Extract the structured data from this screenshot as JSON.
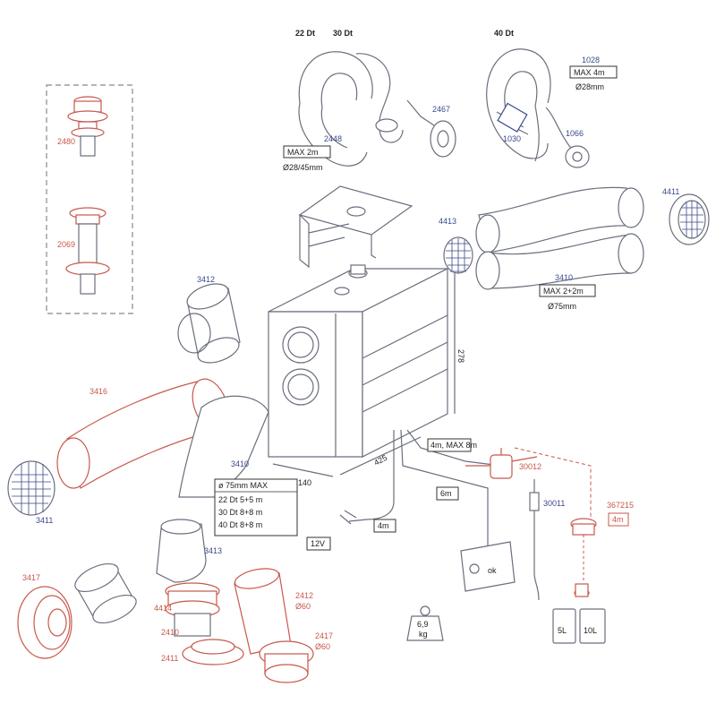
{
  "labels": {
    "dt22": "22 Dt",
    "dt30": "30 Dt",
    "dt40": "40 Dt",
    "p2448": "2448",
    "max2m": "MAX 2m",
    "d2845": "Ø28/45mm",
    "p2467": "2467",
    "p1028": "1028",
    "max4m": "MAX 4m",
    "d28": "Ø28mm",
    "p1030": "1030",
    "p1066": "1066",
    "p4411": "4411",
    "p4413": "4413",
    "p3410a": "3410",
    "max22m": "MAX 2+2m",
    "d75": "Ø75mm",
    "p2480": "2480",
    "p2069": "2069",
    "p3412": "3412",
    "p3416": "3416",
    "p3410b": "3410",
    "p3411": "3411",
    "dim278": "278",
    "dim140": "140",
    "dim425": "425",
    "len4m8m": "4m, MAX 8m",
    "p30012": "30012",
    "len6m": "6m",
    "p30011": "30011",
    "p367215": "367215",
    "len4m_red": "4m",
    "v12": "12V",
    "len4m": "4m",
    "table_head": "ø 75mm MAX",
    "row1": "22 Dt    5+5 m",
    "row2": "30 Dt    8+8 m",
    "row3": "40 Dt    8+8 m",
    "p3413": "3413",
    "p3417": "3417",
    "p4414": "4414",
    "p2410": "2410",
    "p2411": "2411",
    "p2412": "2412",
    "d60a": "Ø60",
    "p2417": "2417",
    "d60b": "Ø60",
    "ctrl_ok": "ok",
    "wt_val": "6,9",
    "wt_unit": "kg",
    "tank5": "5L",
    "tank10": "10L"
  },
  "colors": {
    "line": "#6a6f7d",
    "label_blue": "#3a4a8c",
    "accessory_red": "#c8584c",
    "text_black": "#222222"
  }
}
